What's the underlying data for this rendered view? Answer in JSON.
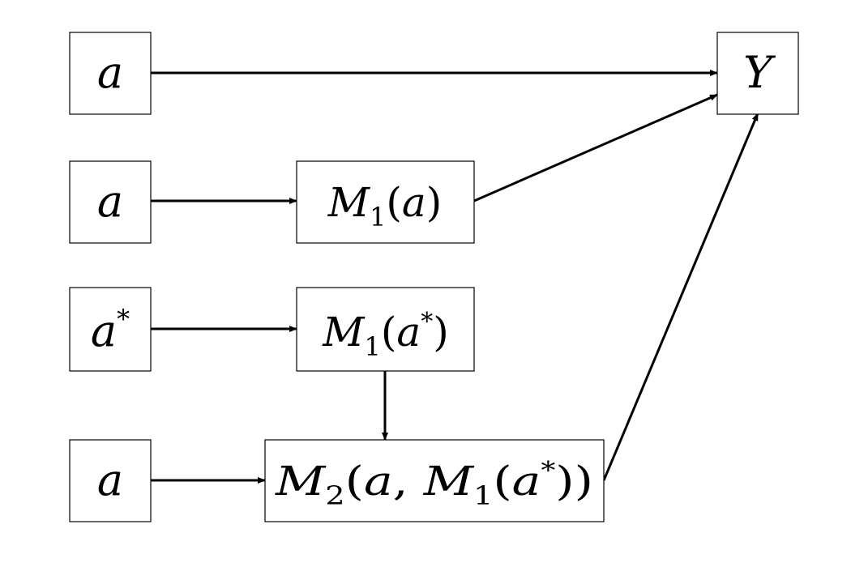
{
  "nodes": {
    "row1_a": {
      "main": "a"
    },
    "row2_a": {
      "main": "a"
    },
    "row3_a_star": {
      "main": "a",
      "sup": "*"
    },
    "row4_a": {
      "main": "a"
    },
    "y": {
      "main": "Y"
    },
    "m1_a": {
      "sym": "M",
      "sub": "1",
      "open": "(",
      "arg": "a",
      "close": ")"
    },
    "m1_a_star": {
      "sym": "M",
      "sub": "1",
      "open": "(",
      "arg": "a",
      "sup": "*",
      "close": ")"
    },
    "m2": {
      "sym": "M",
      "sub": "2",
      "open": "(",
      "arg1": "a",
      "comma": ",",
      "sym2": "M",
      "sub2": "1",
      "open2": "(",
      "arg2": "a",
      "sup": "*",
      "close": "))"
    }
  },
  "edges": [
    {
      "from": "row1_a",
      "to": "y"
    },
    {
      "from": "row2_a",
      "to": "m1_a"
    },
    {
      "from": "m1_a",
      "to": "y"
    },
    {
      "from": "row3_a_star",
      "to": "m1_a_star"
    },
    {
      "from": "m1_a_star",
      "to": "m2"
    },
    {
      "from": "row4_a",
      "to": "m2"
    },
    {
      "from": "m2",
      "to": "y"
    }
  ],
  "colors": {
    "stroke": "#000000",
    "background": "#ffffff"
  }
}
